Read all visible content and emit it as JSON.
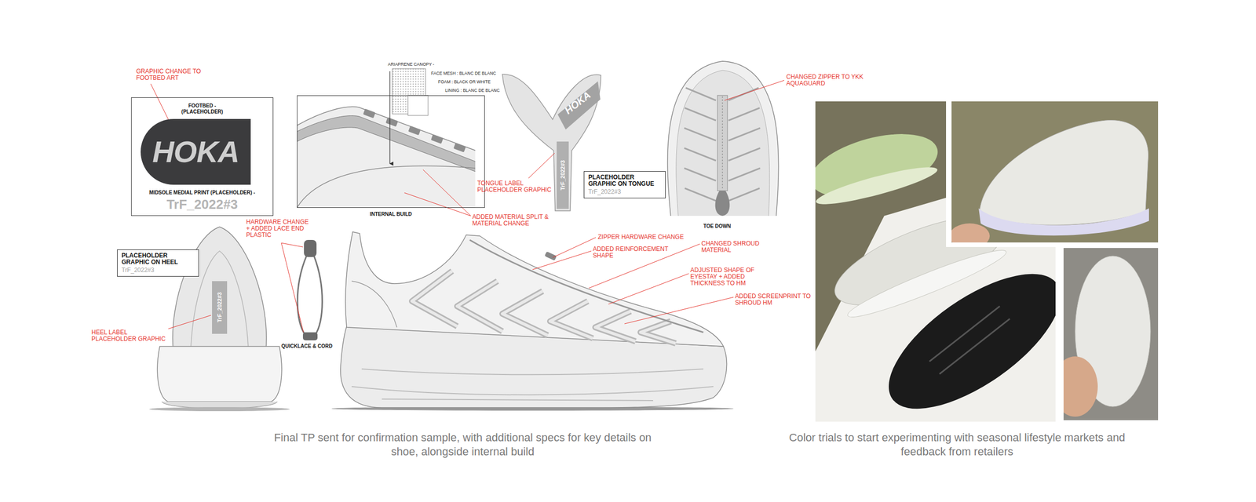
{
  "diagram": {
    "nodes": [
      {
        "text": [
          "FOOTBED - (PLACEHOLDER)",
          "MIDSOLE MEDIAL PRINT (PLACEHOLDER) -",
          "TrF_2022#3"
        ]
      },
      {
        "text": [
          "HOKA"
        ],
        "in": 0
      },
      {
        "text": [
          "INTERNAL BUILD"
        ]
      },
      {
        "text": [
          "PLACEHOLDER GRAPHIC ON TONGUE",
          "TrF_2022#3"
        ]
      },
      {
        "text": [
          "PLACEHOLDER GRAPHIC ON HEEL",
          "TrF_2022#3"
        ]
      }
    ],
    "labels": [
      "GRAPHIC CHANGE TO FOOTBED ART",
      "ARIAPRENE CANOPY -",
      "FACE MESH : BLANC DE BLANC",
      "FOAM : BLACK OR WHITE",
      "LINING : BLANC DE BLANC",
      "HOKA",
      "TONGUE LABEL PLACEHOLDER GRAPHIC",
      "TrF_2022#3",
      "ADDED MATERIAL SPLIT & MATERIAL CHANGE",
      "CHANGED ZIPPER TO YKK AQUAGUARD",
      "TOE DOWN",
      "HARDWARE CHANGE + ADDED LACE END PLASTIC",
      "QUICKLACE & CORD",
      "TrF_2022#3",
      "HEEL LABEL PLACEHOLDER GRAPHIC",
      "ZIPPER HARDWARE CHANGE",
      "ADDED REINFORCEMENT SHAPE",
      "CHANGED SHROUD MATERIAL",
      "ADJUSTED SHAPE OF EYESTAY + ADDED THICKNESS TO HM",
      "ADDED SCREENPRINT TO SHROUD HM",
      "Final TP sent for confirmation sample, with additional specs for key details on shoe, alongside internal build",
      "Color trials to start experimenting with seasonal lifestyle markets and feedback from retailers"
    ]
  }
}
